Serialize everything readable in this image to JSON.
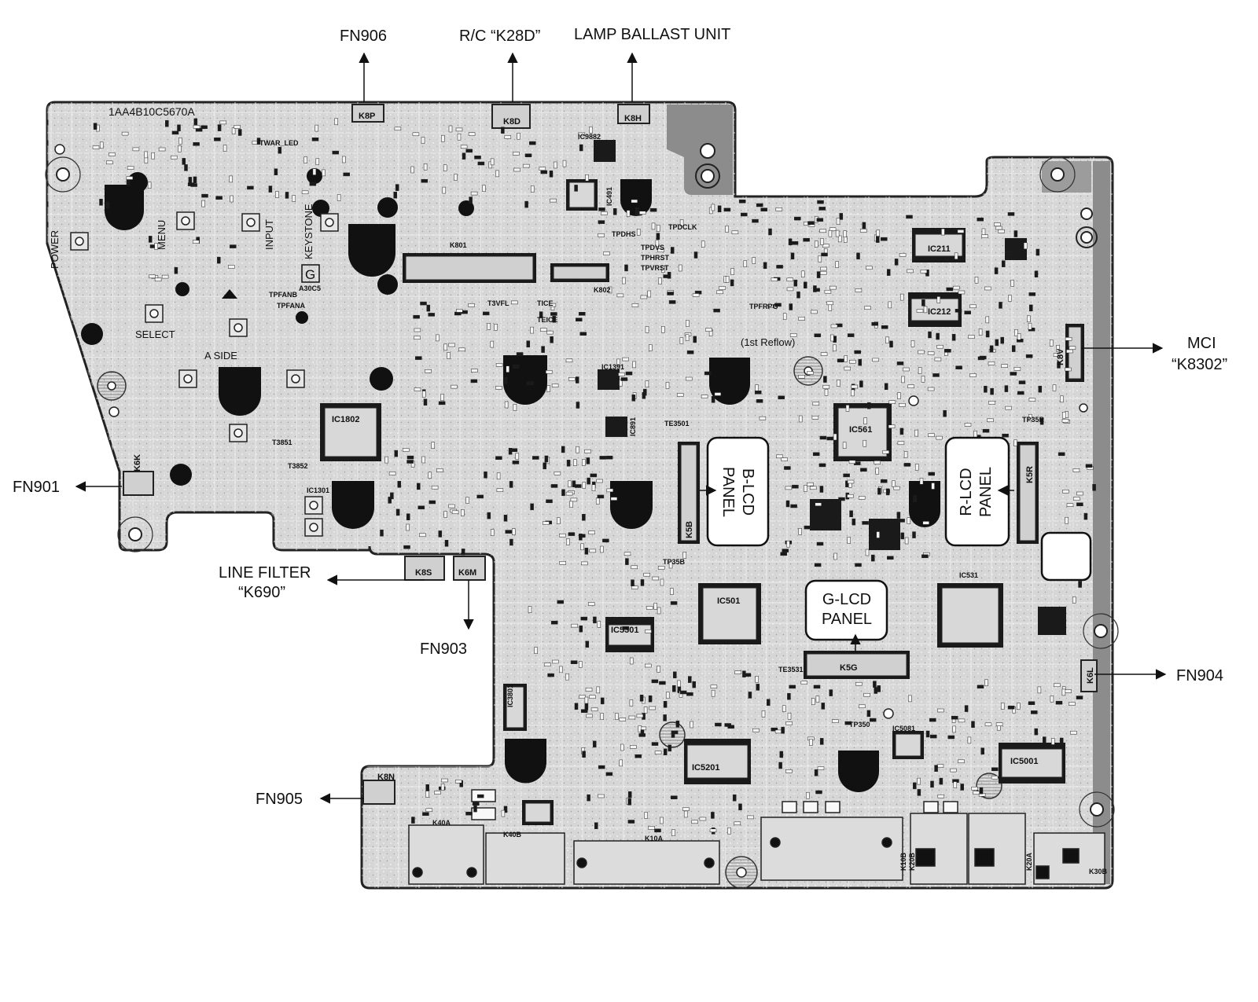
{
  "board": {
    "part_number": "1AA4B10C5670A",
    "reflow_note": "(1st Reflow)"
  },
  "callouts": {
    "fn906": "FN906",
    "rc": "R/C “K28D”",
    "lamp_ballast": "LAMP BALLAST UNIT",
    "mci_line1": "MCI",
    "mci_line2": "“K8302”",
    "fn901": "FN901",
    "line_filter_line1": "LINE FILTER",
    "line_filter_line2": "“K690”",
    "fn903": "FN903",
    "fn904": "FN904",
    "fn905": "FN905"
  },
  "panels": {
    "b_lcd": [
      "B-LCD",
      "PANEL"
    ],
    "r_lcd": [
      "R-LCD",
      "PANEL"
    ],
    "g_lcd": [
      "G-LCD",
      "PANEL"
    ]
  },
  "buttons": {
    "power": "POWER",
    "menu": "MENU",
    "input": "INPUT",
    "keystone": "KEYSTONE",
    "select": "SELECT",
    "a_side": "A SIDE",
    "twar_led": "TWAR_LED"
  },
  "connectors": {
    "k8p": "K8P",
    "k8d": "K8D",
    "k8h": "K8H",
    "k801": "K801",
    "k802": "K802",
    "k8v": "K8V",
    "k6k": "K6K",
    "k8s": "K8S",
    "k6m": "K6M",
    "k5b": "K5B",
    "k5r": "K5R",
    "k5g": "K5G",
    "k6l": "K6L",
    "k8n": "K8N",
    "k40a": "K40A",
    "k40b": "K40B",
    "k10a": "K10A",
    "k10b": "K10B",
    "k20b": "K20B",
    "k20a": "K20A",
    "k30b": "K30B"
  },
  "ics": {
    "ic1802": "IC1802",
    "ic561": "IC561",
    "ic501": "IC501",
    "ic5301": "IC5301",
    "ic5201": "IC5201",
    "ic5001": "IC5001",
    "ic211": "IC211",
    "ic212": "IC212",
    "ic531": "IC531",
    "ic1301": "IC1301",
    "ic891": "IC891",
    "ic491": "IC491",
    "ic9882": "IC9882",
    "ic5081": "IC5081",
    "ic1391": "IC1391",
    "ic3801": "IC3801"
  },
  "test_points": {
    "tpdclk": "TPDCLK",
    "tpdvs": "TPDVS",
    "tphrst": "TPHRST",
    "tpvrst": "TPVRST",
    "tpdhs": "TPDHS",
    "t3vfl": "T3VFL",
    "tice": "TICE",
    "teice": "TEICE",
    "tpfrpg": "TPFRPG",
    "te3501": "TE3501",
    "te3531": "TE3531",
    "tp35r": "TP35R",
    "tp35b": "TP35B",
    "tp350": "TP350",
    "tpfanb": "TPFANB",
    "tpfana": "TPFANA",
    "t3851": "T3851",
    "t3852": "T3852",
    "g_marker": "G",
    "a30c5": "A30C5"
  },
  "colors": {
    "board_fill": "#d4d4d4",
    "board_edge": "#222222",
    "trace": "#f2f2f2",
    "dark_zone": "#8a8a8a",
    "component": "#111111"
  }
}
